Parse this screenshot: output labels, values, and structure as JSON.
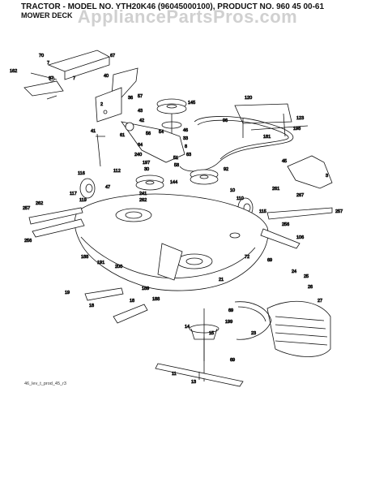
{
  "header": {
    "title": "TRACTOR - MODEL NO. YTH20K46 (96045000100), PRODUCT NO. 960 45 00-61",
    "subtitle": "MOWER DECK"
  },
  "watermark": "AppliancePartsPros.com",
  "footer_code": "46_lev_t_prod_45_r3",
  "callouts": [
    {
      "id": "c70",
      "text": "70"
    },
    {
      "id": "c7",
      "text": "7"
    },
    {
      "id": "c67",
      "text": "67"
    },
    {
      "id": "c162",
      "text": "162"
    },
    {
      "id": "c37",
      "text": "37"
    },
    {
      "id": "c7b",
      "text": "7"
    },
    {
      "id": "c40",
      "text": "40"
    },
    {
      "id": "c2",
      "text": "2"
    },
    {
      "id": "c36",
      "text": "36"
    },
    {
      "id": "c57",
      "text": "57"
    },
    {
      "id": "c43",
      "text": "43"
    },
    {
      "id": "c42",
      "text": "42"
    },
    {
      "id": "c145",
      "text": "145"
    },
    {
      "id": "c120",
      "text": "120"
    },
    {
      "id": "c41",
      "text": "41"
    },
    {
      "id": "c61",
      "text": "61"
    },
    {
      "id": "c56",
      "text": "56"
    },
    {
      "id": "c54",
      "text": "54"
    },
    {
      "id": "c46",
      "text": "46"
    },
    {
      "id": "c33",
      "text": "33"
    },
    {
      "id": "c8",
      "text": "8"
    },
    {
      "id": "c64",
      "text": "64"
    },
    {
      "id": "c240",
      "text": "240"
    },
    {
      "id": "c197",
      "text": "197"
    },
    {
      "id": "c63",
      "text": "63"
    },
    {
      "id": "c51",
      "text": "51"
    },
    {
      "id": "c58",
      "text": "58"
    },
    {
      "id": "c96",
      "text": "96"
    },
    {
      "id": "c198",
      "text": "198"
    },
    {
      "id": "c123",
      "text": "123"
    },
    {
      "id": "c181",
      "text": "181"
    },
    {
      "id": "c3",
      "text": "3"
    },
    {
      "id": "c45",
      "text": "45"
    },
    {
      "id": "c116",
      "text": "116"
    },
    {
      "id": "c112",
      "text": "112"
    },
    {
      "id": "c30",
      "text": "30"
    },
    {
      "id": "c92",
      "text": "92"
    },
    {
      "id": "c144",
      "text": "144"
    },
    {
      "id": "c117",
      "text": "117"
    },
    {
      "id": "c47",
      "text": "47"
    },
    {
      "id": "c257",
      "text": "257"
    },
    {
      "id": "c262",
      "text": "262"
    },
    {
      "id": "c119",
      "text": "119"
    },
    {
      "id": "c241",
      "text": "241"
    },
    {
      "id": "c262b",
      "text": "262"
    },
    {
      "id": "c10",
      "text": "10"
    },
    {
      "id": "c110",
      "text": "110"
    },
    {
      "id": "c261",
      "text": "261"
    },
    {
      "id": "c115",
      "text": "115"
    },
    {
      "id": "c267",
      "text": "267"
    },
    {
      "id": "c257b",
      "text": "257"
    },
    {
      "id": "c256",
      "text": "256"
    },
    {
      "id": "c256b",
      "text": "256"
    },
    {
      "id": "c188",
      "text": "188"
    },
    {
      "id": "c191",
      "text": "191"
    },
    {
      "id": "c200",
      "text": "200"
    },
    {
      "id": "c189",
      "text": "189"
    },
    {
      "id": "c188b",
      "text": "188"
    },
    {
      "id": "c72",
      "text": "72"
    },
    {
      "id": "c106",
      "text": "106"
    },
    {
      "id": "c21",
      "text": "21"
    },
    {
      "id": "c69",
      "text": "69"
    },
    {
      "id": "c24",
      "text": "24"
    },
    {
      "id": "c25",
      "text": "25"
    },
    {
      "id": "c26",
      "text": "26"
    },
    {
      "id": "c27",
      "text": "27"
    },
    {
      "id": "c19",
      "text": "19"
    },
    {
      "id": "c18",
      "text": "18"
    },
    {
      "id": "c18b",
      "text": "18"
    },
    {
      "id": "c14",
      "text": "14"
    },
    {
      "id": "c15",
      "text": "15"
    },
    {
      "id": "c11",
      "text": "11"
    },
    {
      "id": "c13",
      "text": "13"
    },
    {
      "id": "c69b",
      "text": "69"
    },
    {
      "id": "c199",
      "text": "199"
    },
    {
      "id": "c69c",
      "text": "69"
    },
    {
      "id": "c23",
      "text": "23"
    }
  ]
}
